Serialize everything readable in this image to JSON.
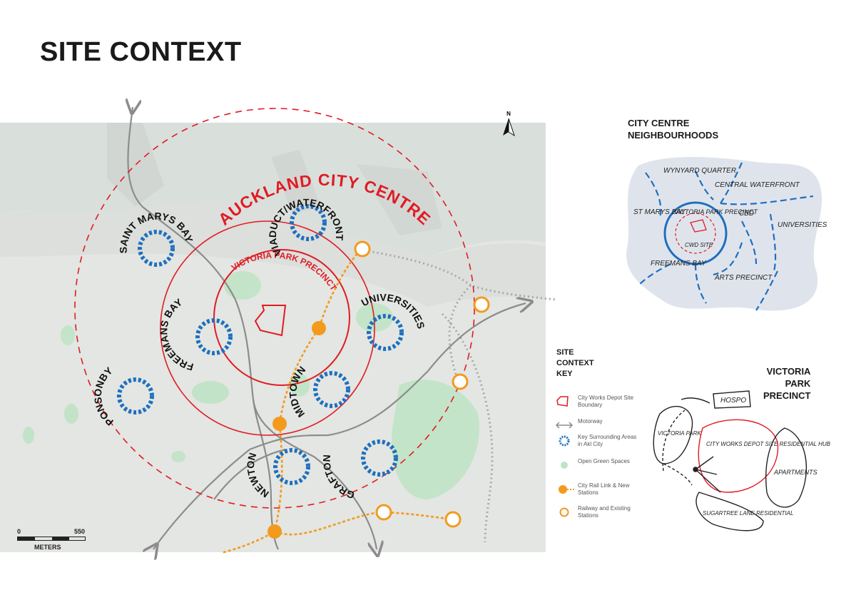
{
  "title": "SITE CONTEXT",
  "map": {
    "city_label": "AUCKLAND CITY CENTRE",
    "precinct_label": "VICTORIA PARK PRECINCT",
    "north": "N",
    "areas": [
      "SAINT MARYS BAY",
      "VIADUCT/WATERFRONT",
      "FREEMANS BAY",
      "UNIVERSITIES",
      "MIDTOWN",
      "PONSONBY",
      "NEWTON",
      "GRAFTON"
    ]
  },
  "scale": {
    "start": "0",
    "end": "550",
    "unit": "METERS"
  },
  "key": {
    "title": [
      "SITE",
      "CONTEXT",
      "KEY"
    ],
    "items": [
      {
        "label": "City Works Depot Site Boundary",
        "symbol": "site-boundary"
      },
      {
        "label": "Motorway",
        "symbol": "double-arrow"
      },
      {
        "label": "Key Surrounding Areas in Akl City",
        "symbol": "dashed-ring"
      },
      {
        "label": "Open Green Spaces",
        "symbol": "green-dot"
      },
      {
        "label": "City Rail Link & New Stations",
        "symbol": "filled-orange-station"
      },
      {
        "label": "Railway and Existing Stations",
        "symbol": "hollow-orange-station"
      }
    ]
  },
  "neighbourhoods": {
    "title": [
      "CITY CENTRE",
      "NEIGHBOURHOODS"
    ],
    "labels": [
      "WYNYARD QUARTER",
      "CENTRAL WATERFRONT",
      "ST MARYS BAY",
      "VICTORIA PARK PRECINCT",
      "CBD",
      "UNIVERSITIES",
      "CWD SITE",
      "FREEMANS BAY",
      "ARTS PRECINCT"
    ]
  },
  "precinct_sketch": {
    "title": [
      "VICTORIA",
      "PARK",
      "PRECINCT"
    ],
    "labels": [
      "HOSPO",
      "VICTORIA PARK",
      "CITY WORKS DEPOT SITE RESIDENTIAL HUB",
      "APARTMENTS",
      "SUGARTREE LANE RESIDENTIAL"
    ]
  },
  "colors": {
    "red": "#e01b24",
    "blue": "#1f6fbf",
    "orange": "#f39a1e",
    "green": "#bfe3c5",
    "grey": "#8c8c8c"
  }
}
